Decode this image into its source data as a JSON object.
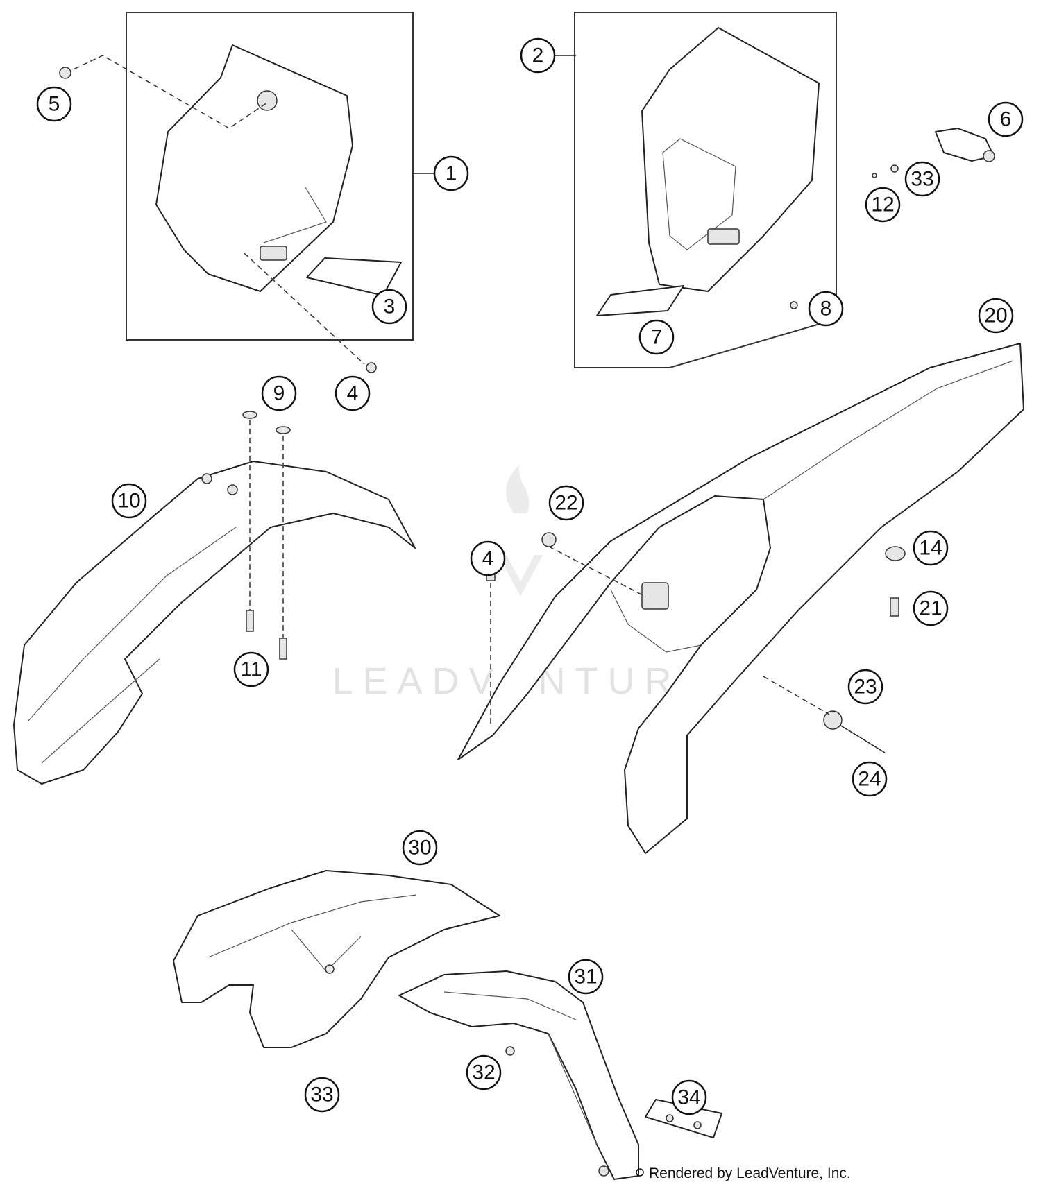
{
  "diagram": {
    "callouts": [
      "1",
      "2",
      "3",
      "4",
      "5",
      "6",
      "7",
      "8",
      "9",
      "10",
      "11",
      "12",
      "14",
      "20",
      "21",
      "22",
      "23",
      "24",
      "30",
      "31",
      "32",
      "33",
      "34"
    ],
    "watermark": "LEADVENTURE",
    "credit": "Rendered by LeadVenture, Inc."
  }
}
